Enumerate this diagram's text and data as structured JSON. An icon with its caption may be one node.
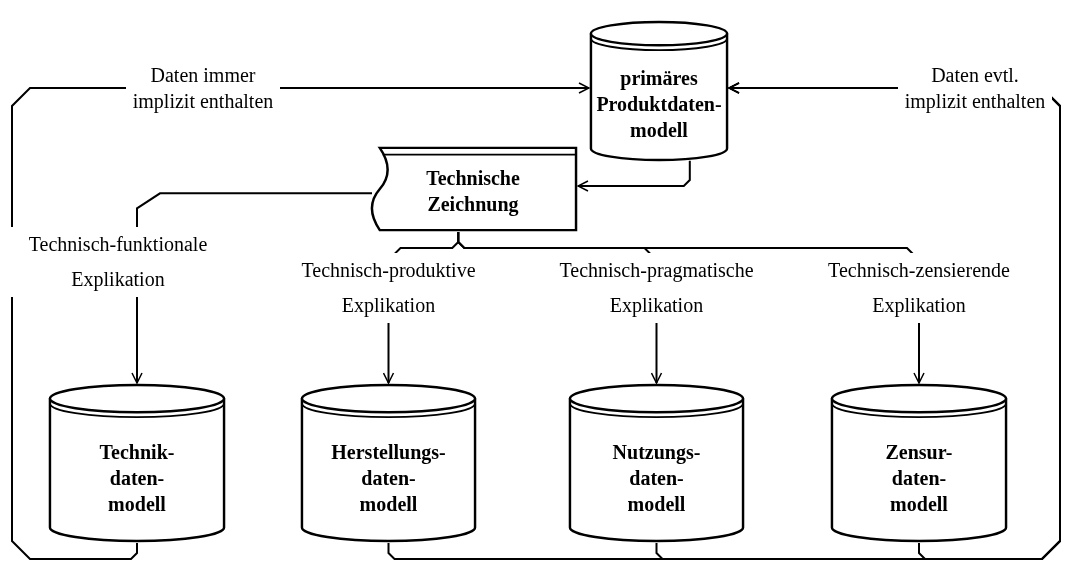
{
  "diagram": {
    "nodes": [
      {
        "text": [
          "primäres Produktdaten- modell"
        ]
      },
      {
        "text": [
          "Technische Zeichnung"
        ]
      },
      {
        "text": [
          "Technik- daten- modell"
        ]
      },
      {
        "text": [
          "Herstellungs- daten- modell"
        ]
      },
      {
        "text": [
          "Nutzungs- daten- modell"
        ]
      },
      {
        "text": [
          "Zensur- daten- modell"
        ]
      }
    ],
    "edges": [
      {
        "from": 0,
        "to": 1,
        "arrow": "to"
      },
      {
        "from": 1,
        "to": 2,
        "arrow": "to",
        "label": "Technisch-funktionale Explikation"
      },
      {
        "from": 1,
        "to": 3,
        "arrow": "to",
        "label": "Technisch-produktive Explikation"
      },
      {
        "from": 1,
        "to": 4,
        "arrow": "to",
        "label": "Technisch-pragmatische Explikation"
      },
      {
        "from": 1,
        "to": 5,
        "arrow": "to",
        "label": "Technisch-zensierende Explikation"
      },
      {
        "from": 2,
        "to": 0,
        "arrow": "to",
        "label": "Daten immer implizit enthalten"
      },
      {
        "from": 3,
        "to": 0,
        "arrow": "to",
        "label": "Daten evtl. implizit enthalten"
      },
      {
        "from": 4,
        "to": 0,
        "arrow": "to"
      },
      {
        "from": 5,
        "to": 0,
        "arrow": "to"
      }
    ]
  }
}
